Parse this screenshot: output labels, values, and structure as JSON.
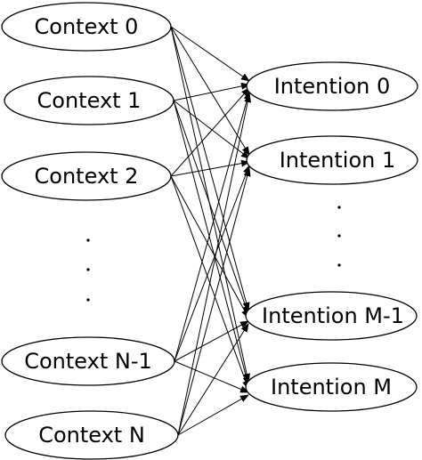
{
  "contexts": [
    {
      "label": "Context 0"
    },
    {
      "label": "Context 1"
    },
    {
      "label": "Context 2"
    },
    {
      "label": "Context N-1"
    },
    {
      "label": "Context N"
    }
  ],
  "intentions": [
    {
      "label": "Intention 0"
    },
    {
      "label": "Intention 1"
    },
    {
      "label": "Intention M-1"
    },
    {
      "label": "Intention M"
    }
  ],
  "edges": [
    [
      0,
      0
    ],
    [
      0,
      1
    ],
    [
      0,
      2
    ],
    [
      0,
      3
    ],
    [
      1,
      0
    ],
    [
      1,
      1
    ],
    [
      1,
      2
    ],
    [
      1,
      3
    ],
    [
      2,
      0
    ],
    [
      2,
      1
    ],
    [
      2,
      2
    ],
    [
      2,
      3
    ],
    [
      3,
      0
    ],
    [
      3,
      1
    ],
    [
      3,
      2
    ],
    [
      3,
      3
    ],
    [
      4,
      0
    ],
    [
      4,
      1
    ],
    [
      4,
      2
    ],
    [
      4,
      3
    ]
  ],
  "colors": {
    "stroke": "#000000",
    "fill": "#ffffff"
  }
}
